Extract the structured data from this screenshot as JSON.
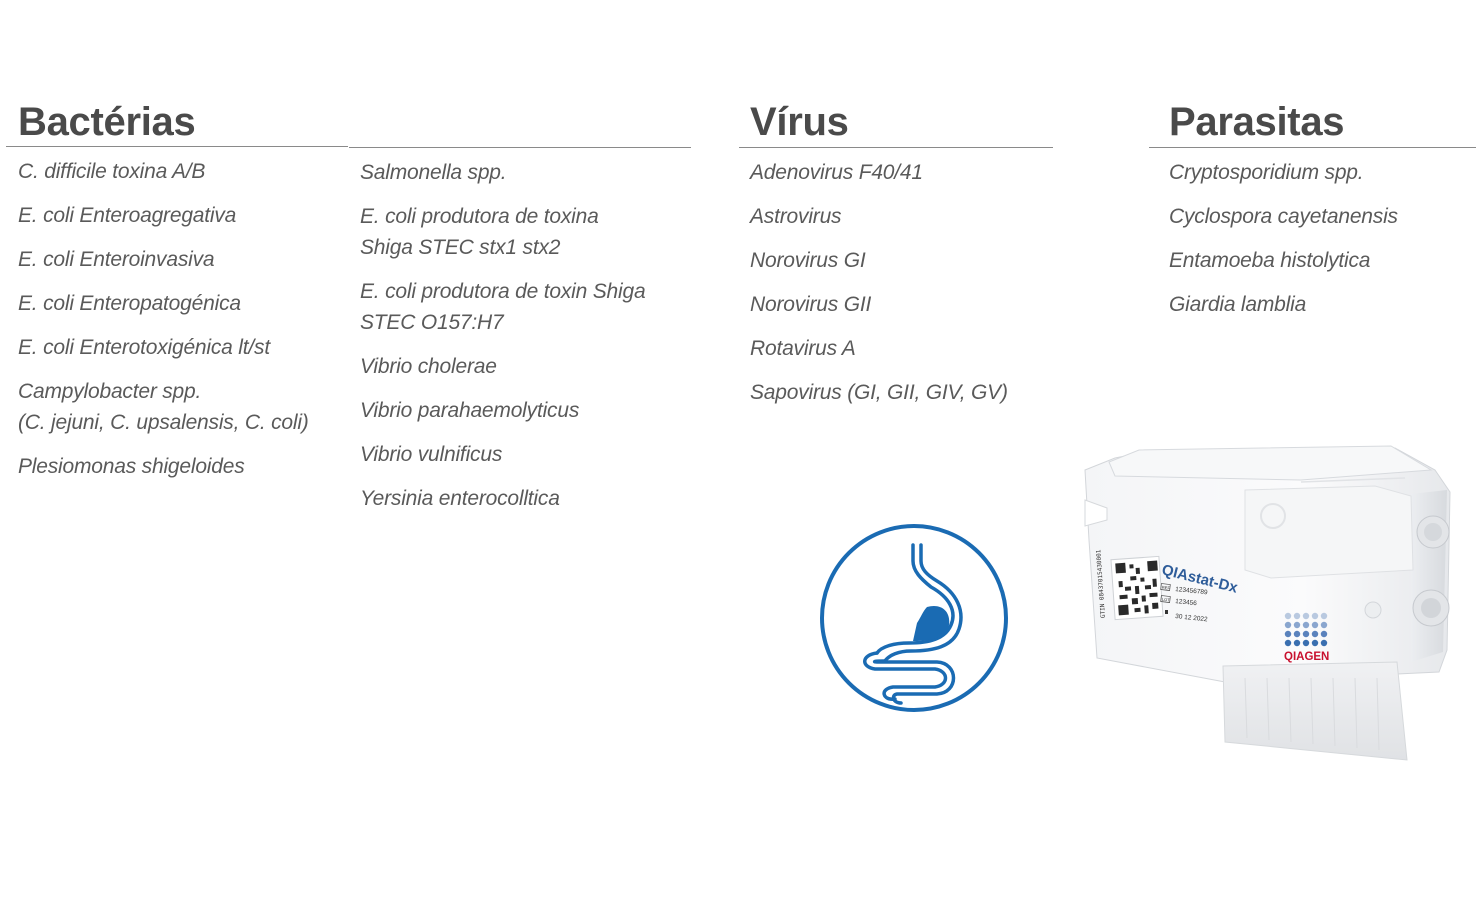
{
  "categories": {
    "bacteria": {
      "title": "Bactérias",
      "col1": [
        "C. difficile toxina A/B",
        "E. coli Enteroagregativa",
        "E. coli Enteroinvasiva",
        "E. coli Enteropatogénica",
        "E. coli Enterotoxigénica lt/st",
        "Campylobacter spp.\n(C. jejuni, C. upsalensis, C. coli)",
        "Plesiomonas shigeloides"
      ],
      "col2": [
        "Salmonella spp.",
        "E. coli produtora de toxina\nShiga STEC stx1 stx2",
        "E. coli produtora de toxin Shiga\nSTEC O157:H7",
        "Vibrio cholerae",
        "Vibrio parahaemolyticus",
        "Vibrio vulnificus",
        "Yersinia enterocolltica"
      ]
    },
    "virus": {
      "title": "Vírus",
      "items": [
        "Adenovirus F40/41",
        "Astrovirus",
        "Norovirus GI",
        "Norovirus GII",
        "Rotavirus A",
        "Sapovirus  (GI, GII, GIV, GV)"
      ]
    },
    "parasites": {
      "title": "Parasitas",
      "items": [
        "Cryptosporidium spp.",
        "Cyclospora cayetanensis",
        "Entamoeba histolytica",
        "Giardia lamblia"
      ]
    }
  },
  "cartridge": {
    "brand": "QIAstat-Dx",
    "ref_label": "REF",
    "ref_value": "123456789",
    "lot_label": "LOT",
    "lot_value": "123456",
    "exp_value": "30 12 2022",
    "gtin_text": "GTIN 08437015430001",
    "maker": "QIAGEN"
  },
  "colors": {
    "icon_blue": "#1a6bb3",
    "heading_gray": "#4a4a4a",
    "text_gray": "#5a5a5a",
    "qiagen_red": "#c8102e",
    "qiagen_blue": "#3a6fb0"
  },
  "icon": "stomach-intestine-icon"
}
